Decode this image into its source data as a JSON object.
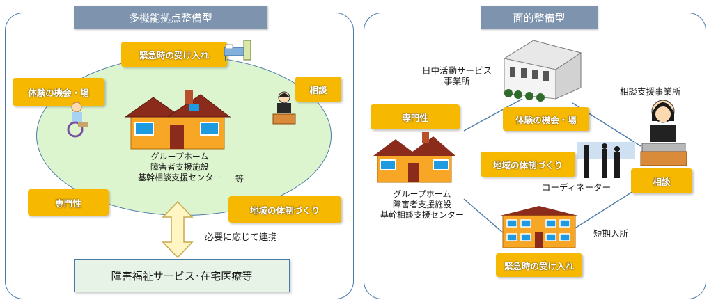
{
  "left_panel": {
    "title": "多機能拠点整備型",
    "tags": {
      "emergency": "緊急時の受け入れ",
      "experience": "体験の機会・場",
      "consultation": "相談",
      "expertise": "専門性",
      "community": "地域の体制づくり"
    },
    "center_label_lines": [
      "グループホーム",
      "障害者支援施設",
      "基幹相談支援センター"
    ],
    "center_label_suffix": "等",
    "arrow_label": "必要に応じて連携",
    "service_box": "障害福祉サービス･在宅医療等"
  },
  "right_panel": {
    "title": "面的整備型",
    "tags": {
      "expertise": "専門性",
      "experience": "体験の機会・場",
      "community": "地域の体制づくり",
      "consultation": "相談",
      "emergency": "緊急時の受け入れ"
    },
    "labels": {
      "day_service_lines": [
        "日中活動サービス",
        "事業所"
      ],
      "consult_office": "相談支援事業所",
      "coordinator": "コーディネーター",
      "short_stay": "短期入所"
    },
    "center_label_lines": [
      "グループホーム",
      "障害者支援施設",
      "基幹相談支援センター"
    ]
  },
  "colors": {
    "panel_border": "#4a7aa8",
    "title_bg": "#7e93ad",
    "tag_bg": "#f6b800",
    "ellipse_fill": "#ddf5cf",
    "service_box_fill": "#e7f3e6"
  }
}
